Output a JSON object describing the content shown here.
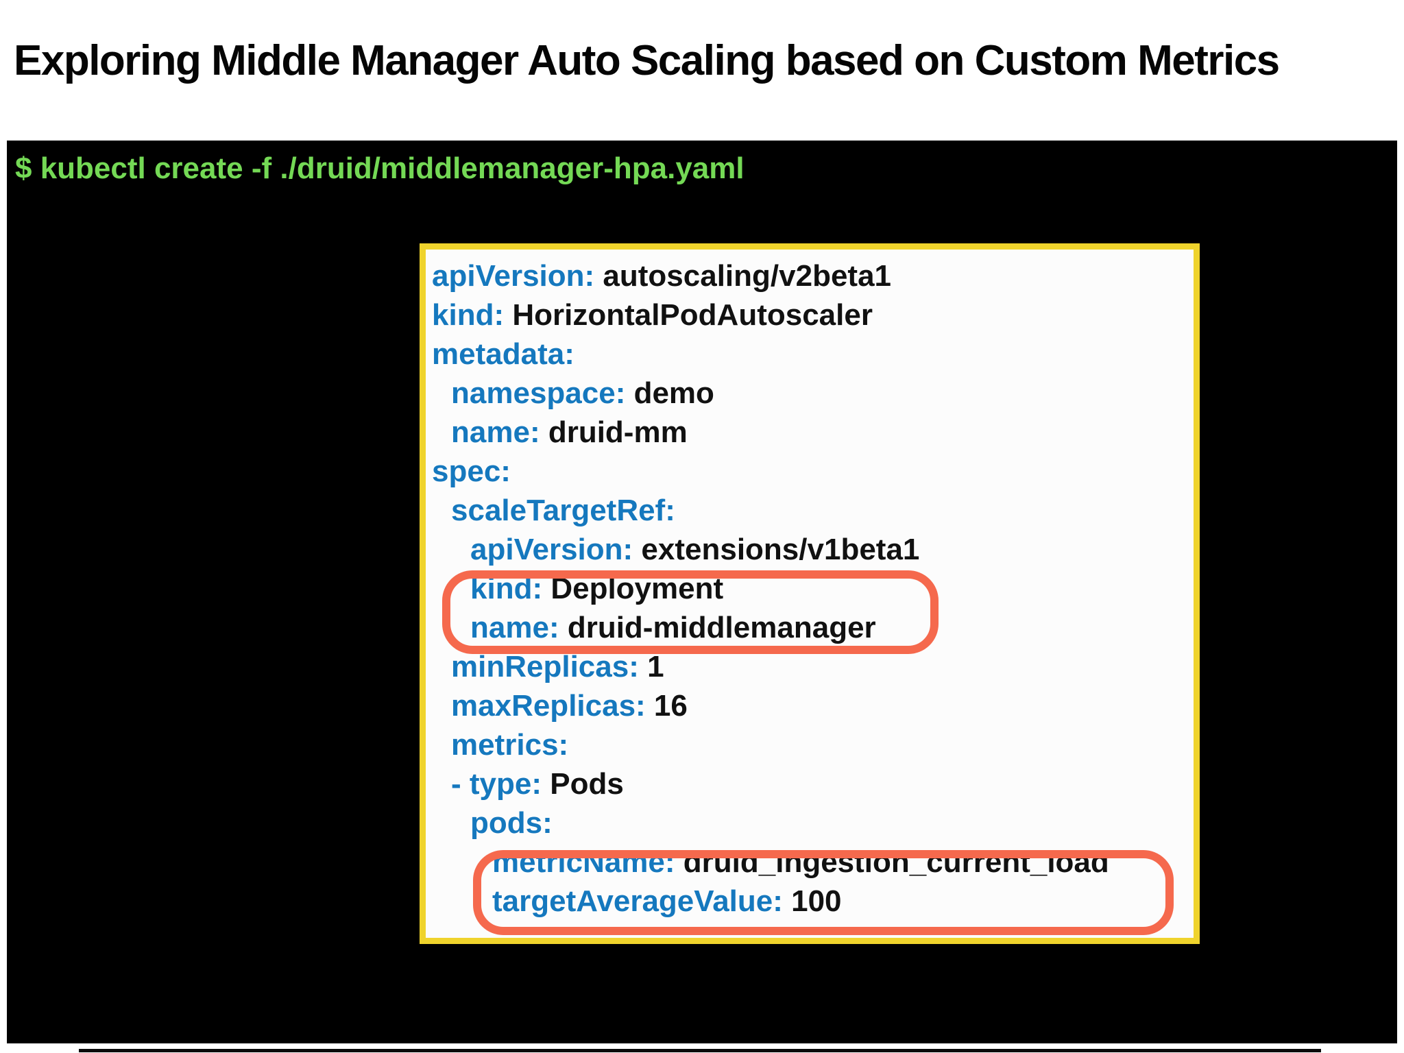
{
  "slide": {
    "title": "Exploring Middle Manager Auto Scaling based on Custom Metrics"
  },
  "terminal": {
    "command": "$ kubectl create -f ./druid/middlemanager-hpa.yaml"
  },
  "yaml_viewer": {
    "file_description": "HorizontalPodAutoscaler manifest shown in terminal",
    "lines": [
      {
        "indent": 0,
        "key": "apiVersion:",
        "value": "autoscaling/v2beta1"
      },
      {
        "indent": 0,
        "key": "kind:",
        "value": "HorizontalPodAutoscaler"
      },
      {
        "indent": 0,
        "key": "metadata:",
        "value": ""
      },
      {
        "indent": 1,
        "key": "namespace:",
        "value": "demo"
      },
      {
        "indent": 1,
        "key": "name:",
        "value": "druid-mm"
      },
      {
        "indent": 0,
        "key": "spec:",
        "value": ""
      },
      {
        "indent": 1,
        "key": "scaleTargetRef:",
        "value": ""
      },
      {
        "indent": 2,
        "key": "apiVersion:",
        "value": "extensions/v1beta1"
      },
      {
        "indent": 2,
        "key": "kind:",
        "value": "Deployment"
      },
      {
        "indent": 2,
        "key": "name:",
        "value": "druid-middlemanager"
      },
      {
        "indent": 1,
        "key": "minReplicas:",
        "value": "1"
      },
      {
        "indent": 1,
        "key": "maxReplicas:",
        "value": "16"
      },
      {
        "indent": 1,
        "key": "metrics:",
        "value": ""
      },
      {
        "indent": 1,
        "key": "- type:",
        "value": "Pods"
      },
      {
        "indent": 2,
        "key": "pods:",
        "value": ""
      },
      {
        "indent": 3,
        "key": "metricName:",
        "value": "druid_ingestion_current_load"
      },
      {
        "indent": 3,
        "key": "targetAverageValue:",
        "value": "100"
      }
    ],
    "highlights": [
      {
        "label": "scale-target-kind-and-name",
        "line_numbers": [
          9,
          10
        ]
      },
      {
        "label": "custom-metric-and-target",
        "line_numbers": [
          16,
          17
        ]
      }
    ]
  },
  "colors": {
    "terminal_background": "#000000",
    "terminal_text": "#74D955",
    "panel_border": "#EFD32C",
    "yaml_key": "#1578BE",
    "yaml_value": "#111111",
    "highlight_border": "#F5694D"
  }
}
